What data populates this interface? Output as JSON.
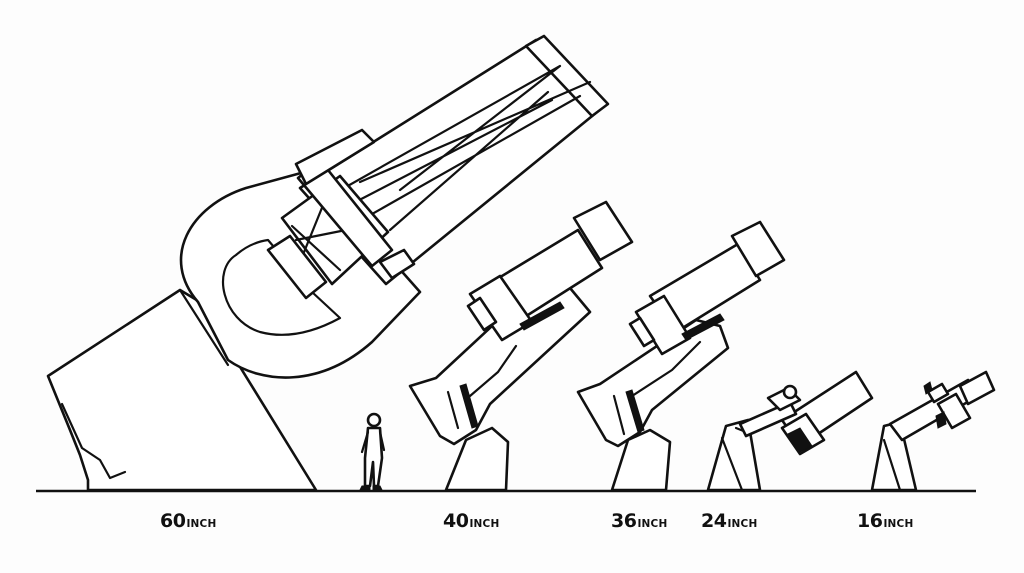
{
  "labels": [
    {
      "id": "60",
      "value": "60",
      "unit": "INCH"
    },
    {
      "id": "40",
      "value": "40",
      "unit": "INCH"
    },
    {
      "id": "36",
      "value": "36",
      "unit": "INCH"
    },
    {
      "id": "24",
      "value": "24",
      "unit": "INCH"
    },
    {
      "id": "16",
      "value": "16",
      "unit": "INCH"
    }
  ]
}
